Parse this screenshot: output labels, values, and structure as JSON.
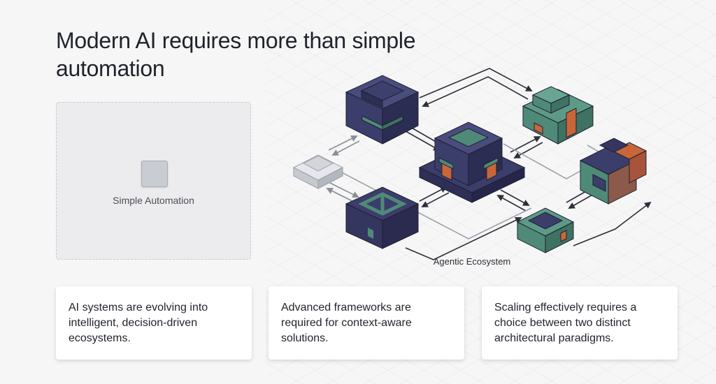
{
  "title": "Modern AI requires more than simple automation",
  "simple": {
    "label": "Simple Automation"
  },
  "ecosystem": {
    "label": "Agentic Ecosystem"
  },
  "cards": [
    {
      "text": "AI systems are evolving into intelligent, decision-driven ecosystems."
    },
    {
      "text": "Advanced frameworks are required for context-aware solutions."
    },
    {
      "text": "Scaling effectively requires a choice between two distinct architectural paradigms."
    }
  ],
  "colors": {
    "navy": "#3b3d6b",
    "teal": "#4f8a78",
    "orange": "#c8663a",
    "background": "#f6f6f7"
  }
}
